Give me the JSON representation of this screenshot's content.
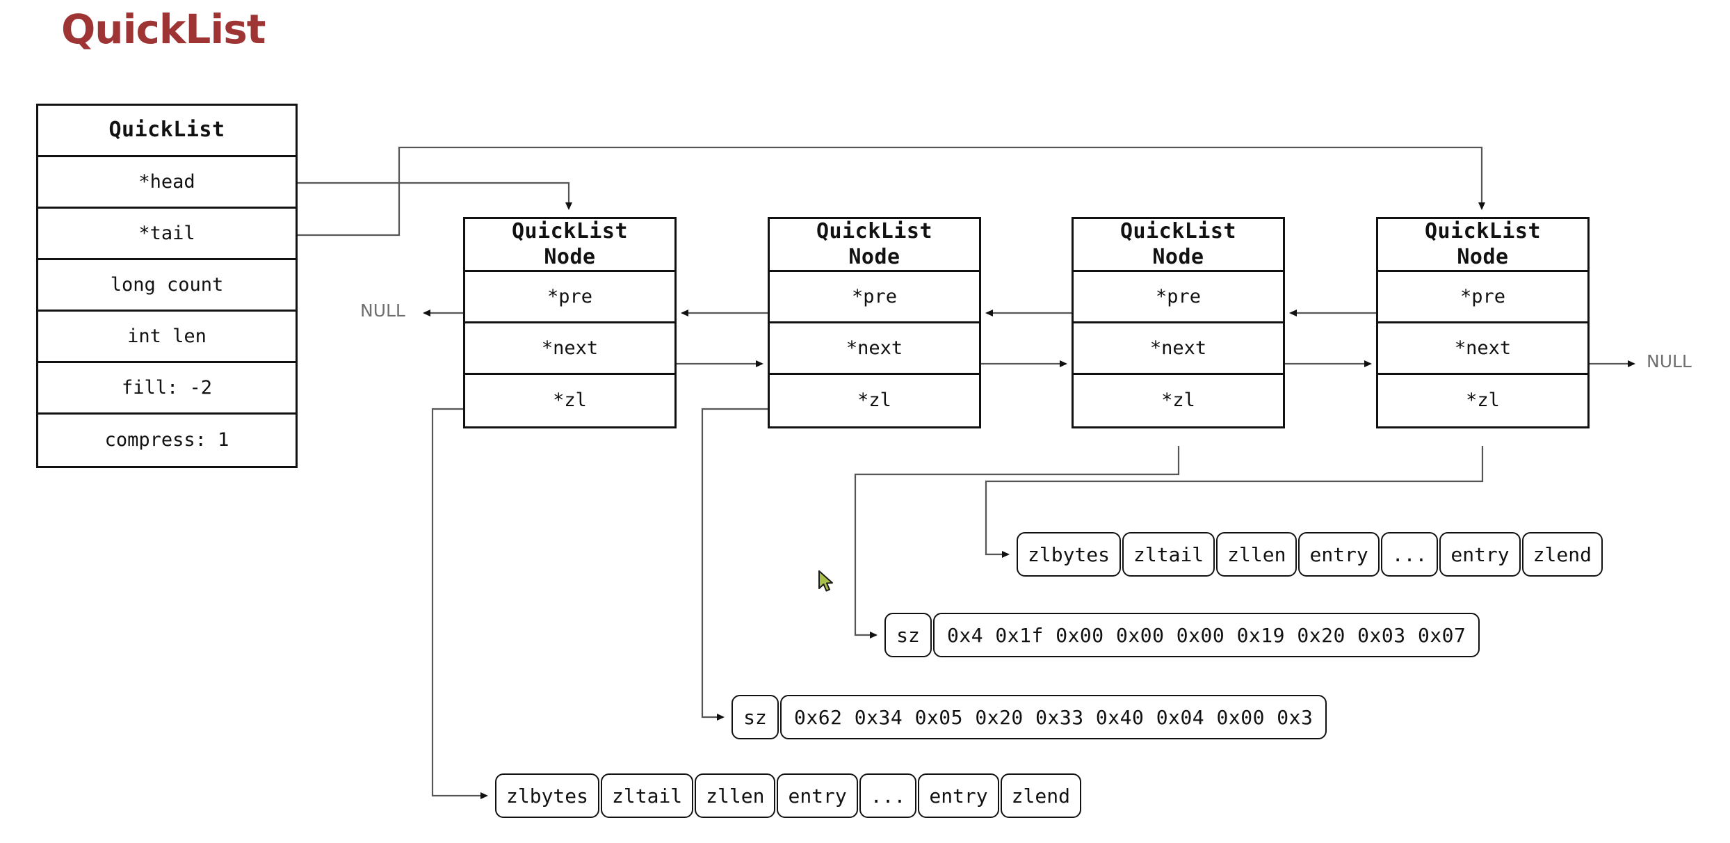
{
  "page": {
    "title": "QuickList",
    "title_color": "#9e3534",
    "background": "#ffffff",
    "stroke_color": "#111111",
    "null_color": "#6f6f6f"
  },
  "quicklist_struct": {
    "header": "QuickList",
    "fields": [
      "*head",
      "*tail",
      "long count",
      "int len",
      "fill: -2",
      "compress: 1"
    ]
  },
  "nodes": [
    {
      "header_line1": "QuickList",
      "header_line2": "Node",
      "fields": [
        "*pre",
        "*next",
        "*zl"
      ]
    },
    {
      "header_line1": "QuickList",
      "header_line2": "Node",
      "fields": [
        "*pre",
        "*next",
        "*zl"
      ]
    },
    {
      "header_line1": "QuickList",
      "header_line2": "Node",
      "fields": [
        "*pre",
        "*next",
        "*zl"
      ]
    },
    {
      "header_line1": "QuickList",
      "header_line2": "Node",
      "fields": [
        "*pre",
        "*next",
        "*zl"
      ]
    }
  ],
  "null_labels": {
    "left": "NULL",
    "right": "NULL"
  },
  "ziplists": [
    {
      "id": "ziplist-top",
      "cells": [
        "zlbytes",
        "zltail",
        "zllen",
        "entry",
        "...",
        "entry",
        "zlend"
      ]
    },
    {
      "id": "ziplist-bottom",
      "cells": [
        "zlbytes",
        "zltail",
        "zllen",
        "entry",
        "...",
        "entry",
        "zlend"
      ]
    }
  ],
  "byte_rows": [
    {
      "id": "szrow-top",
      "sz_label": "sz",
      "bytes": "0x4 0x1f 0x00 0x00 0x00 0x19 0x20 0x03 0x07"
    },
    {
      "id": "szrow-bottom",
      "sz_label": "sz",
      "bytes": "0x62 0x34 0x05 0x20 0x33 0x40 0x04 0x00 0x3"
    }
  ],
  "cursor": {
    "name": "mouse-cursor",
    "color": "#a8bf4a"
  }
}
